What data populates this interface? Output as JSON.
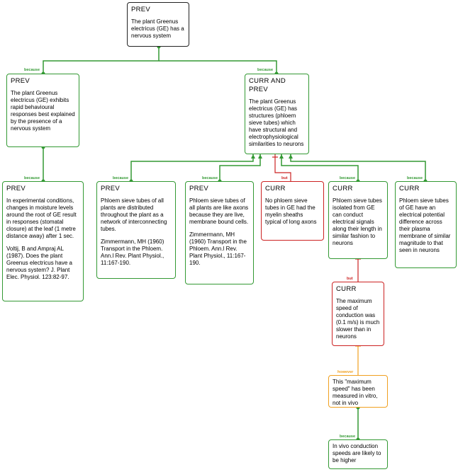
{
  "colors": {
    "support": "#339933",
    "objection": "#cc2222",
    "rebuttal": "#f0a020",
    "neutral": "#222222"
  },
  "nodes": {
    "root": {
      "tag": "PREV",
      "text": "The plant Greenus electricus (GE) has a nervous system"
    },
    "left": {
      "tag": "PREV",
      "text": "The plant Greenus electricus (GE) exhibits rapid behavioural responses best explained by the presence of a nervous system"
    },
    "mid": {
      "tag": "CURR AND PREV",
      "text": "The plant Greenus electricus (GE) has structures (phloem sieve tubes) which have structural and electrophysiological similarities to neurons"
    },
    "evidence": {
      "tag": "PREV",
      "text": "In experimental conditions, changes in moisture levels around the root of GE result in responses (stomatal closure) at the leaf (1 metre distance away) after 1 sec.",
      "ref": "Voltij, B and Ampraj AL (1987). Does the plant Greenus electricus have a nervous system? J. Plant Elec. Physiol. 123:82-97."
    },
    "phloem1": {
      "tag": "PREV",
      "text": "Phloem sieve tubes of all plants are distributed throughout the plant as a network of interconnecting tubes.",
      "ref": "Zimmermann, MH (1960) Transport in the Phloem. Ann.l Rev. Plant Physiol., 11:167-190."
    },
    "phloem2": {
      "tag": "PREV",
      "text": "Phloem sieve tubes of all plants are like axons because they are live, membrane bound cells.",
      "ref": "Zimmermann, MH (1960) Transport in the Phloem. Ann.l Rev. Plant Physiol., 11:167-190."
    },
    "myelin": {
      "tag": "CURR",
      "text": "No phloem sieve tubes in GE had the myelin sheaths typical of long axons"
    },
    "signals": {
      "tag": "CURR",
      "text": "Phloem sieve tubes isolated from GE can conduct electrical signals along their length in similar fashion to neurons"
    },
    "potential": {
      "tag": "CURR",
      "text": "Phloem sieve tubes of GE have an electrical potential difference across their plasma membrane of similar magnitude to that seen in neurons"
    },
    "speed": {
      "tag": "CURR",
      "text": "The maximum speed of conduction was (0.1 m/s) is much slower than in neurons"
    },
    "vitro": {
      "text": "This \"maximum speed\" has been measured in vitro, not in vivo"
    },
    "vivo": {
      "text": "In vivo conduction speeds are likely to be higher"
    }
  },
  "connector_labels": {
    "because": "because",
    "but": "but",
    "however": "however"
  }
}
